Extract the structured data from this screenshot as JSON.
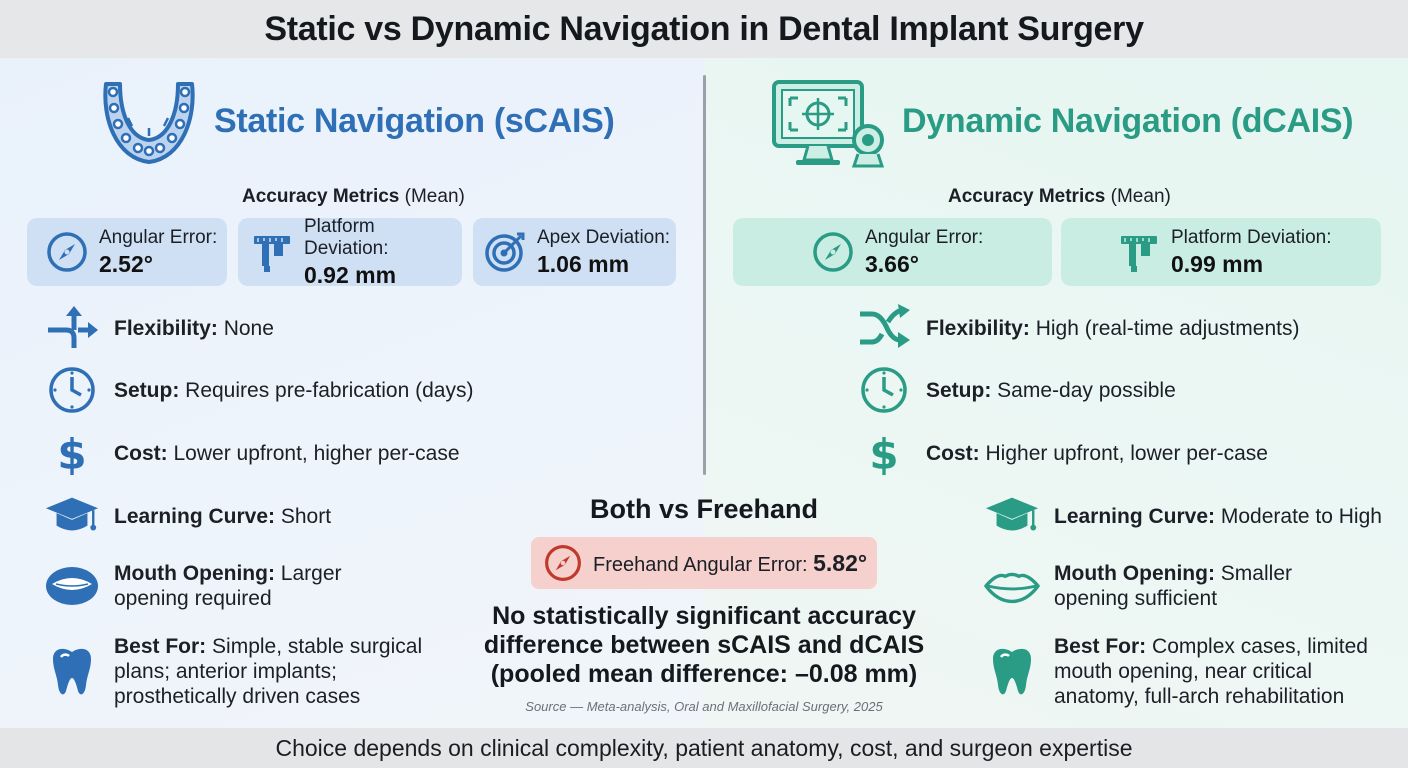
{
  "title": "Static vs Dynamic Navigation in Dental Implant Surgery",
  "colors": {
    "static_accent": "#2f6fb5",
    "dynamic_accent": "#2a9b84",
    "freehand_accent": "#c0392b"
  },
  "static": {
    "icon": "dental-guide-icon",
    "title": "Static Navigation (sCAIS)",
    "metrics_heading_bold": "Accuracy Metrics",
    "metrics_heading_rest": " (Mean)",
    "metrics": [
      {
        "icon": "compass-icon",
        "label": "Angular Error:",
        "value": "2.52°"
      },
      {
        "icon": "caliper-icon",
        "label": "Platform Deviation:",
        "value": "0.92 mm"
      },
      {
        "icon": "target-icon",
        "label": "Apex Deviation:",
        "value": "1.06 mm"
      }
    ],
    "features": [
      {
        "icon": "branch-arrow-icon",
        "label": "Flexibility:",
        "text": " None"
      },
      {
        "icon": "clock-icon",
        "label": "Setup:",
        "text": " Requires pre-fabrication (days)"
      },
      {
        "icon": "dollar-icon",
        "label": "Cost:",
        "text": " Lower upfront, higher per-case"
      },
      {
        "icon": "graduation-cap-icon",
        "label": "Learning Curve:",
        "text": " Short"
      },
      {
        "icon": "mouth-open-icon",
        "label": "Mouth Opening:",
        "text": " Larger opening required"
      },
      {
        "icon": "tooth-icon",
        "label": "Best For:",
        "text": " Simple, stable surgical plans; anterior implants; prosthetically driven cases"
      }
    ]
  },
  "dynamic": {
    "icon": "monitor-camera-icon",
    "title": "Dynamic Navigation (dCAIS)",
    "metrics_heading_bold": "Accuracy Metrics",
    "metrics_heading_rest": " (Mean)",
    "metrics": [
      {
        "icon": "compass-icon",
        "label": "Angular Error:",
        "value": "3.66°"
      },
      {
        "icon": "caliper-icon",
        "label": "Platform Deviation:",
        "value": "0.99 mm"
      }
    ],
    "features": [
      {
        "icon": "shuffle-icon",
        "label": "Flexibility:",
        "text": " High (real-time adjustments)"
      },
      {
        "icon": "clock-icon",
        "label": "Setup:",
        "text": " Same-day possible"
      },
      {
        "icon": "dollar-icon",
        "label": "Cost:",
        "text": " Higher upfront, lower per-case"
      },
      {
        "icon": "graduation-cap-icon",
        "label": "Learning Curve:",
        "text": " Moderate to High"
      },
      {
        "icon": "lips-icon",
        "label": "Mouth Opening:",
        "text": " Smaller opening sufficient"
      },
      {
        "icon": "tooth-icon",
        "label": "Best For:",
        "text": " Complex cases, limited mouth opening, near critical anatomy, full-arch rehabilitation"
      }
    ]
  },
  "comparison": {
    "title": "Both vs Freehand",
    "freehand_label": "Freehand Angular Error: ",
    "freehand_value": "5.82°",
    "conclusion": "No statistically significant accuracy difference between sCAIS and dCAIS (pooled mean difference: –0.08 mm)",
    "source": "Source — Meta-analysis, Oral and Maxillofacial Surgery, 2025"
  },
  "footer": "Choice depends on clinical complexity, patient anatomy, cost, and surgeon expertise"
}
